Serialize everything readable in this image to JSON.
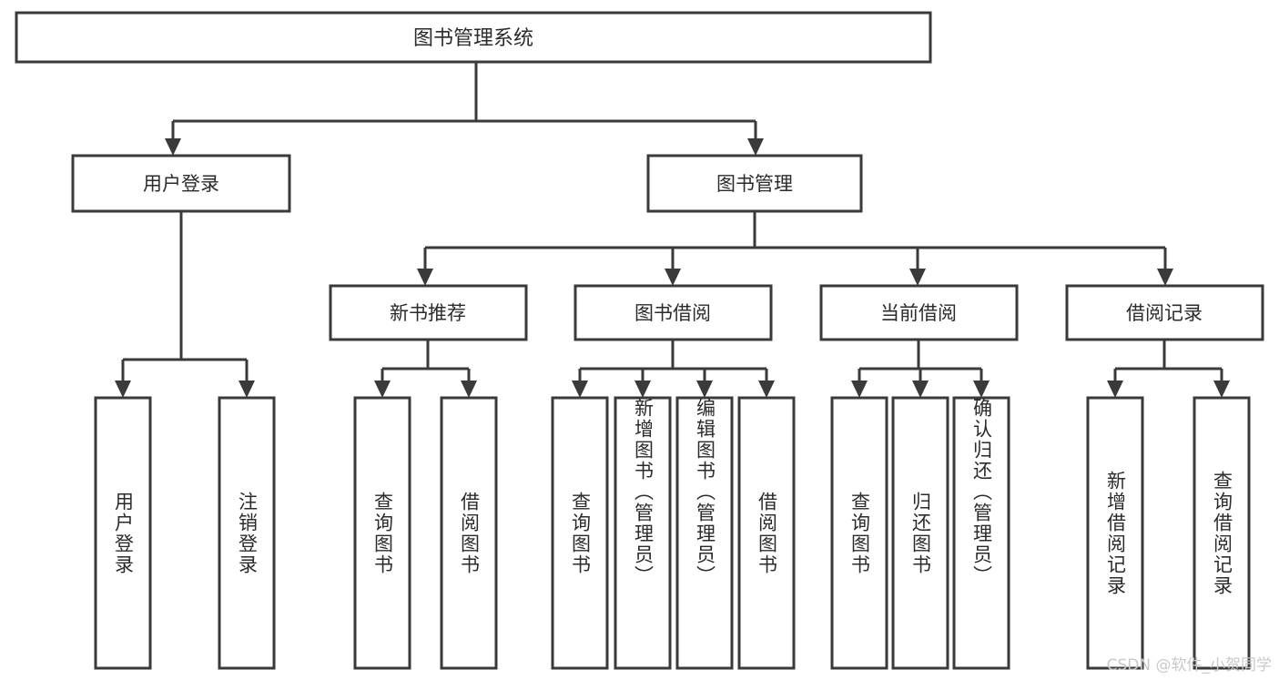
{
  "diagram": {
    "type": "hierarchy-tree",
    "orientation": "top-down",
    "title": "图书管理系统",
    "root": {
      "id": "root",
      "label": "图书管理系统"
    },
    "level2": [
      {
        "id": "user-login",
        "label": "用户登录"
      },
      {
        "id": "book-management",
        "label": "图书管理"
      }
    ],
    "level3": [
      {
        "id": "new-book-recommend",
        "label": "新书推荐",
        "parent": "book-management"
      },
      {
        "id": "book-borrow",
        "label": "图书借阅",
        "parent": "book-management"
      },
      {
        "id": "current-borrow",
        "label": "当前借阅",
        "parent": "book-management"
      },
      {
        "id": "borrow-record",
        "label": "借阅记录",
        "parent": "book-management"
      }
    ],
    "leaves": [
      {
        "id": "leaf-user-login",
        "label": "用户登录",
        "parent": "user-login"
      },
      {
        "id": "leaf-logout-login",
        "label": "注销登录",
        "parent": "user-login"
      },
      {
        "id": "leaf-query-book-1",
        "label": "查询图书",
        "parent": "new-book-recommend"
      },
      {
        "id": "leaf-borrow-book-1",
        "label": "借阅图书",
        "parent": "new-book-recommend"
      },
      {
        "id": "leaf-query-book-2",
        "label": "查询图书",
        "parent": "book-borrow"
      },
      {
        "id": "leaf-add-book",
        "label": "新增图书（管理员）",
        "parent": "book-borrow"
      },
      {
        "id": "leaf-edit-book",
        "label": "编辑图书（管理员）",
        "parent": "book-borrow"
      },
      {
        "id": "leaf-borrow-book-2",
        "label": "借阅图书",
        "parent": "book-borrow"
      },
      {
        "id": "leaf-query-book-3",
        "label": "查询图书",
        "parent": "current-borrow"
      },
      {
        "id": "leaf-return-book",
        "label": "归还图书",
        "parent": "current-borrow"
      },
      {
        "id": "leaf-confirm-return",
        "label": "确认归还（管理员）",
        "parent": "current-borrow"
      },
      {
        "id": "leaf-add-record",
        "label": "新增借阅记录",
        "parent": "borrow-record"
      },
      {
        "id": "leaf-query-record",
        "label": "查询借阅记录",
        "parent": "borrow-record"
      }
    ],
    "colors": {
      "stroke": "#3a3a3a",
      "fill": "#ffffff",
      "text": "#2b2b2b",
      "watermark": "#c9c9c9"
    }
  },
  "watermark": {
    "text": "CSDN @软件_小贺同学"
  }
}
